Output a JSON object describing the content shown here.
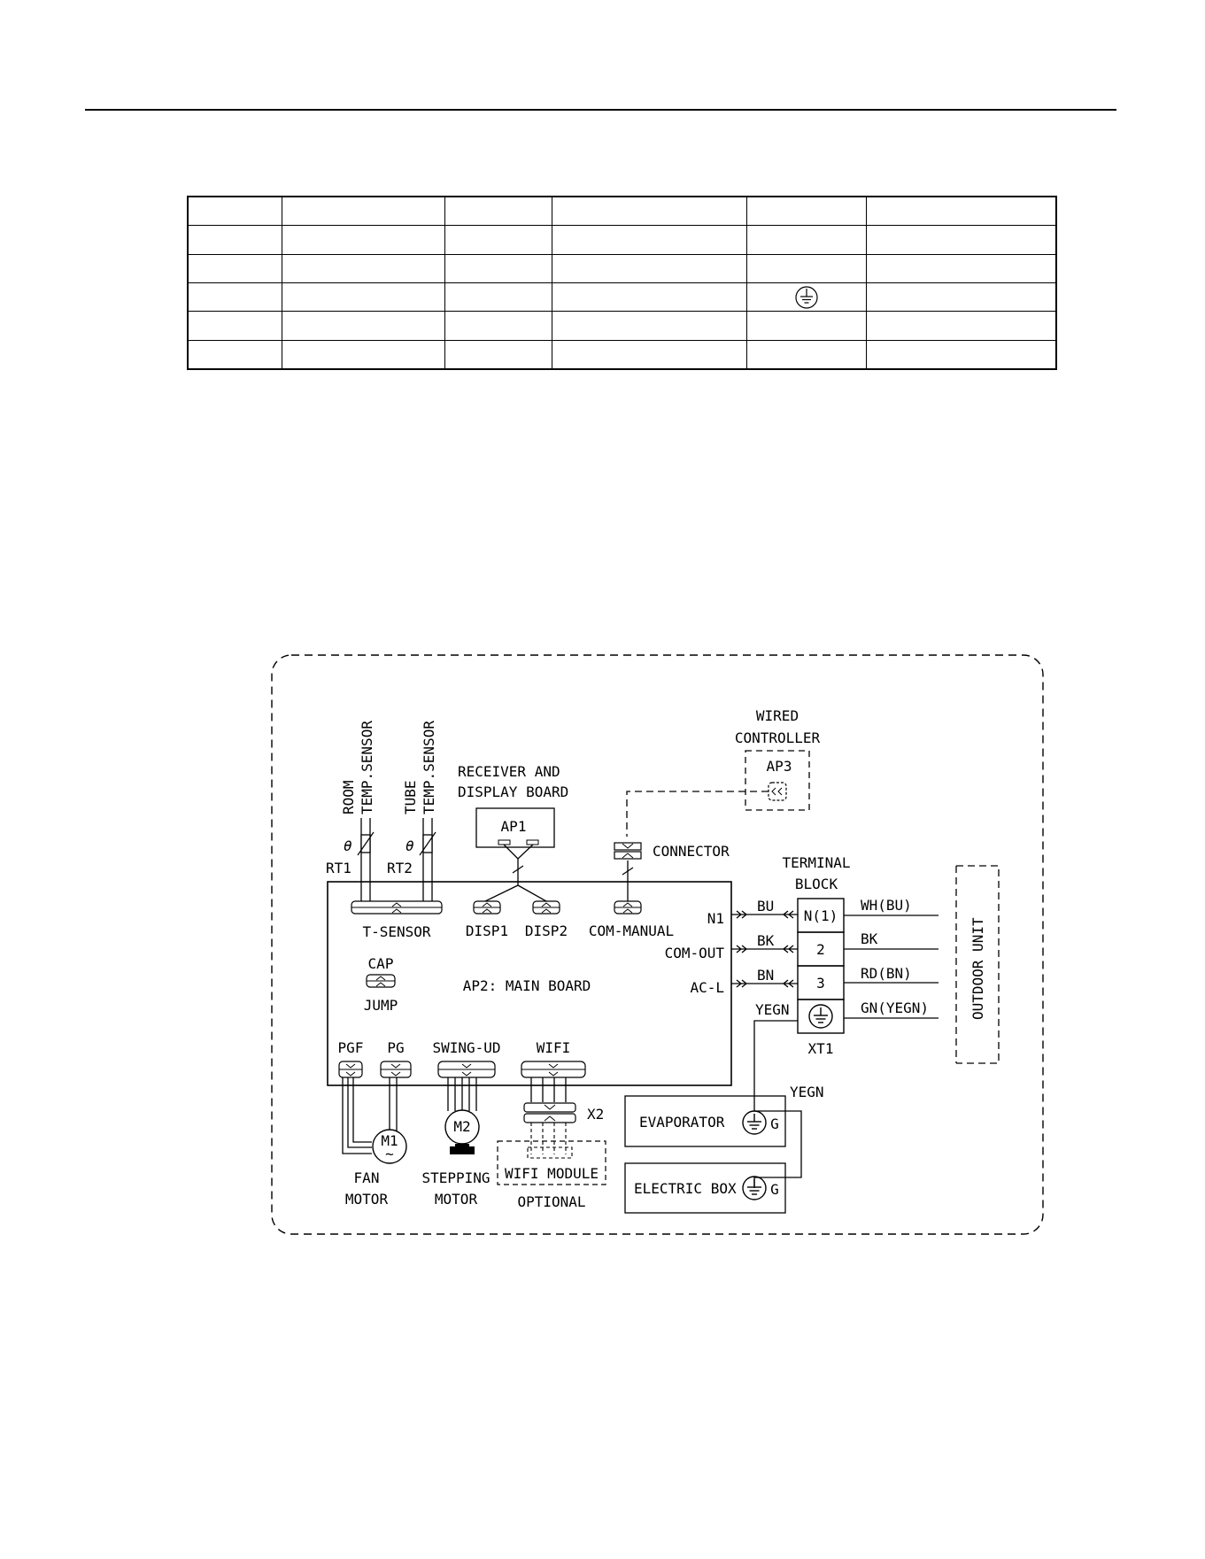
{
  "labels": {
    "wired_controller_1": "WIRED",
    "wired_controller_2": "CONTROLLER",
    "ap3": "AP3",
    "room_sensor_1": "ROOM",
    "room_sensor_2": "TEMP.SENSOR",
    "tube_sensor_1": "TUBE",
    "tube_sensor_2": "TEMP.SENSOR",
    "receiver_1": "RECEIVER AND",
    "receiver_2": "DISPLAY BOARD",
    "ap1": "AP1",
    "connector": "CONNECTOR",
    "rt1": "RT1",
    "rt2": "RT2",
    "terminal_block_1": "TERMINAL",
    "terminal_block_2": "BLOCK",
    "t_sensor": "T-SENSOR",
    "disp1": "DISP1",
    "disp2": "DISP2",
    "com_manual": "COM-MANUAL",
    "n1": "N1",
    "com_out": "COM-OUT",
    "ac_l": "AC-L",
    "cap": "CAP",
    "jump": "JUMP",
    "main_board": "AP2: MAIN BOARD",
    "pgf": "PGF",
    "pg": "PG",
    "swing_ud": "SWING-UD",
    "wifi": "WIFI",
    "x2": "X2",
    "m1": "M1",
    "m2": "M2",
    "fan_1": "FAN",
    "fan_2": "MOTOR",
    "stepping_1": "STEPPING",
    "stepping_2": "MOTOR",
    "wifi_module": "WIFI MODULE",
    "optional": "OPTIONAL",
    "bu": "BU",
    "bk_left": "BK",
    "bn": "BN",
    "yegn_left": "YEGN",
    "tb_n1": "N(1)",
    "tb_2": "2",
    "tb_3": "3",
    "xt1": "XT1",
    "wh_bu": "WH(BU)",
    "bk_right": "BK",
    "rd_bn": "RD(BN)",
    "gn_yegn": "GN(YEGN)",
    "outdoor_unit": "OUTDOOR UNIT",
    "yegn_right": "YEGN",
    "evaporator": "EVAPORATOR",
    "electric_box": "ELECTRIC BOX",
    "g1": "G",
    "g2": "G"
  }
}
